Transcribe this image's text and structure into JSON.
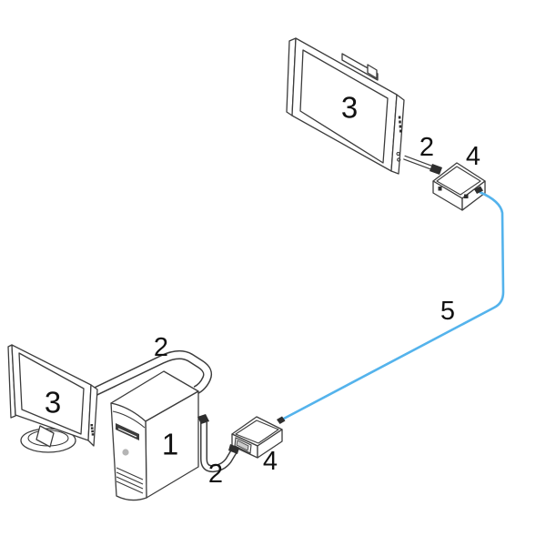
{
  "colors": {
    "background": "#ffffff",
    "line": "#3c3c3c",
    "link_cable": "#54b3ec",
    "label": "#111111"
  },
  "labels": {
    "pc": "1",
    "local_monitor": "3",
    "remote_monitor": "3",
    "local_monitor_cable": "2",
    "pc_to_extender_cable": "2",
    "remote_monitor_cable": "2",
    "local_extender": "4",
    "remote_extender": "4",
    "link_cable": "5"
  }
}
